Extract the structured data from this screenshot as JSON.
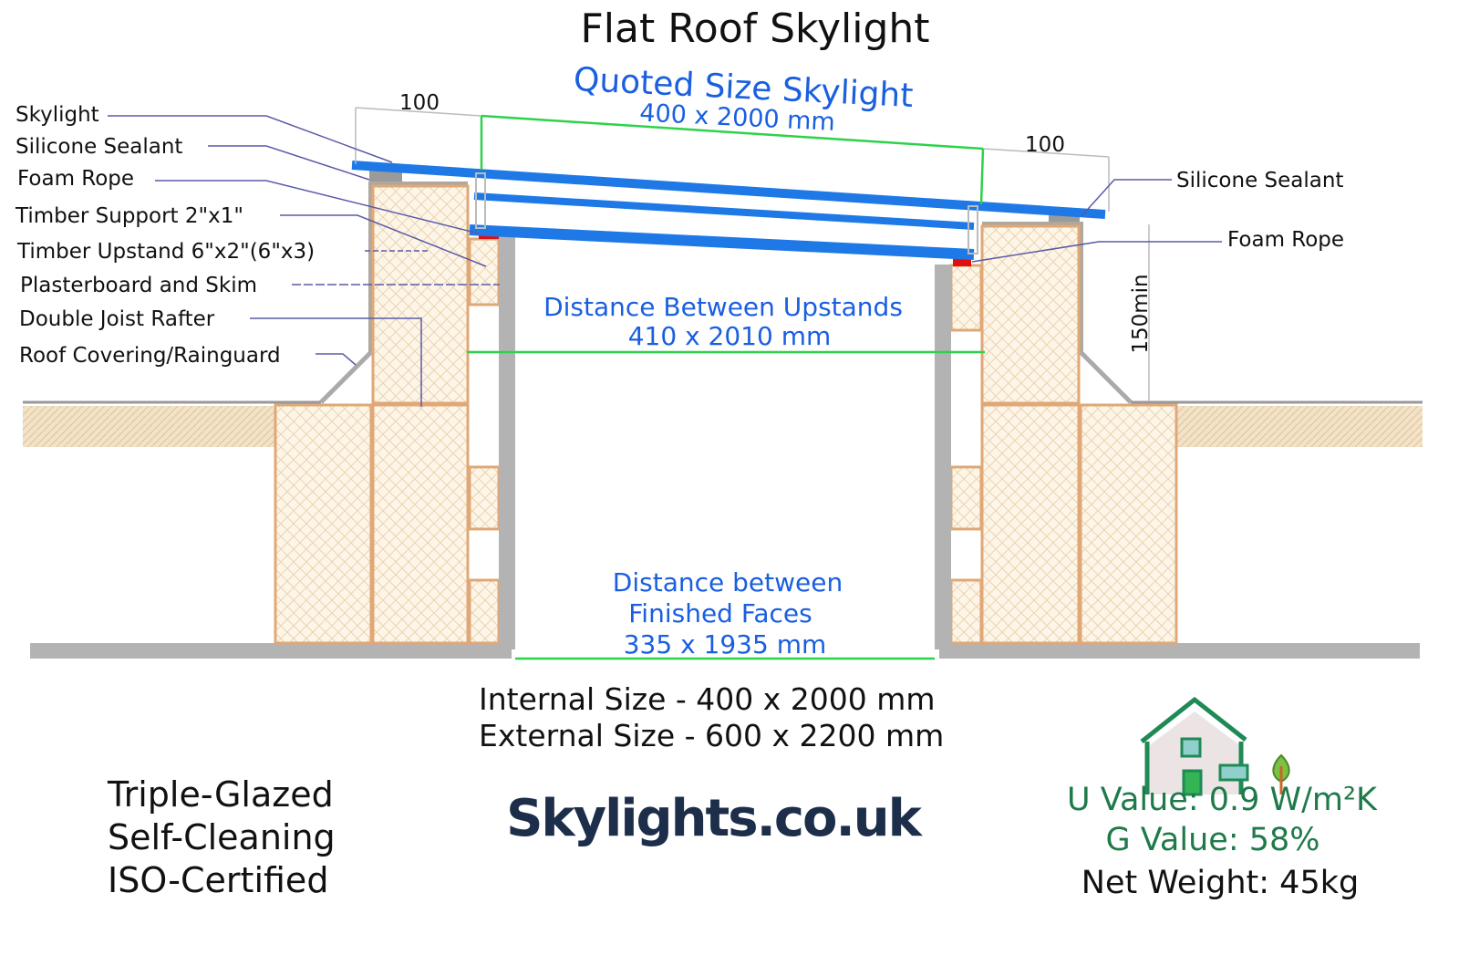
{
  "title": "Flat Roof Skylight",
  "quoted": {
    "label": "Quoted Size Skylight",
    "size": "400 x 2000 mm"
  },
  "dims": {
    "left": "100",
    "right": "100",
    "min_height": "150min"
  },
  "left_labels": [
    "Skylight",
    "Silicone Sealant",
    "Foam Rope",
    "Timber Support 2\"x1\"",
    "Timber Upstand 6\"x2\"(6\"x3)",
    "Plasterboard and Skim",
    "Double Joist Rafter",
    "Roof Covering/Rainguard"
  ],
  "right_labels": [
    "Silicone Sealant",
    "Foam Rope"
  ],
  "upstands": {
    "label": "Distance Between Upstands",
    "size": "410 x 2010 mm"
  },
  "faces": {
    "label1": "Distance between",
    "label2": "Finished Faces",
    "size": "335 x 1935 mm"
  },
  "sizes": {
    "internal": "Internal Size - 400 x 2000 mm",
    "external": "External Size - 600 x 2200 mm"
  },
  "features": [
    "Triple-Glazed",
    "Self-Cleaning",
    "ISO-Certified"
  ],
  "brand": "Skylights.co.uk",
  "specs": {
    "u_value": "U Value: 0.9 W/m²K",
    "g_value": "G Value: 58%",
    "weight": "Net Weight: 45kg"
  },
  "colors": {
    "glass": "#1e78e6",
    "dimension": "#2ed24a",
    "label_blue": "#1a5fe0",
    "spec_green": "#1f7a4a",
    "brand": "#1c2e4a",
    "foam": "#e01010"
  }
}
